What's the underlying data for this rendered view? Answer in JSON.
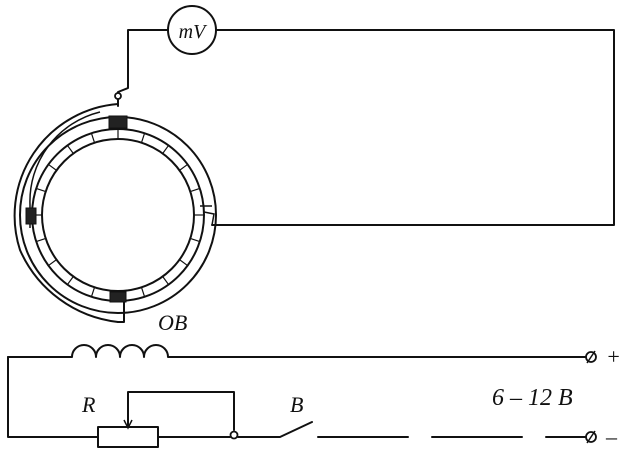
{
  "labels": {
    "meter": "mV",
    "field_winding": "ОВ",
    "rheostat": "R",
    "switch": "В",
    "voltage": "6 – 12 В",
    "plus": "+",
    "minus": "–"
  },
  "colors": {
    "ink": "#111111",
    "paper": "#ffffff"
  }
}
